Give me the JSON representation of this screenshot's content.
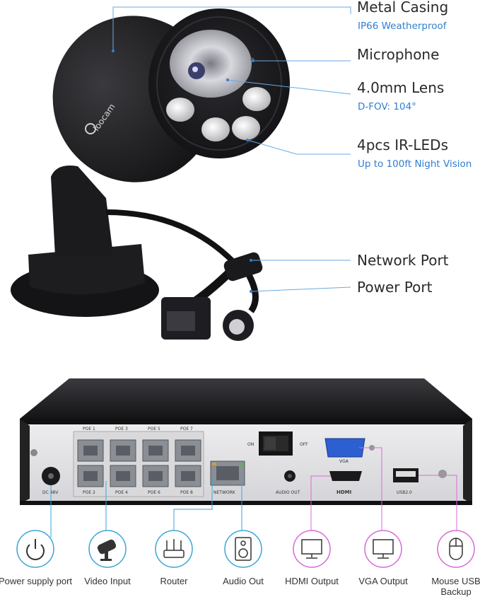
{
  "camera": {
    "brand": "loocam",
    "callouts": [
      {
        "title": "Metal Casing",
        "subtitle": "IP66 Weatherproof"
      },
      {
        "title": "Microphone",
        "subtitle": ""
      },
      {
        "title": "4.0mm Lens",
        "subtitle": "D-FOV: 104°"
      },
      {
        "title": "4pcs IR-LEDs",
        "subtitle": "Up to 100ft Night Vision"
      },
      {
        "title": "Network Port",
        "subtitle": ""
      },
      {
        "title": "Power Port",
        "subtitle": ""
      }
    ]
  },
  "nvr": {
    "poe_top": [
      "POE 1",
      "POE 3",
      "POE 5",
      "POE 7"
    ],
    "poe_bottom": [
      "POE 2",
      "POE 4",
      "POE 6",
      "POE 8"
    ],
    "dc_label": "DC 48V",
    "network_label": "NETWORK",
    "audio_label": "AUDIO OUT",
    "on_label": "ON",
    "off_label": "OFF",
    "vga_label": "VGA",
    "hdmi_label": "HDMI",
    "usb_label": "USB2.0"
  },
  "ports": [
    {
      "label": "Power supply port",
      "icon": "power-icon",
      "color": "#3aa6d8"
    },
    {
      "label": "Video Input",
      "icon": "camera-icon",
      "color": "#3aa6d8"
    },
    {
      "label": "Router",
      "icon": "router-icon",
      "color": "#3aa6d8"
    },
    {
      "label": "Audio Out",
      "icon": "speaker-icon",
      "color": "#3aa6d8"
    },
    {
      "label": "HDMI Output",
      "icon": "monitor-icon",
      "color": "#d86ad8"
    },
    {
      "label": "VGA Output",
      "icon": "monitor-icon",
      "color": "#d86ad8"
    },
    {
      "label": "Mouse USB Backup",
      "icon": "mouse-icon",
      "color": "#d86ad8"
    }
  ]
}
